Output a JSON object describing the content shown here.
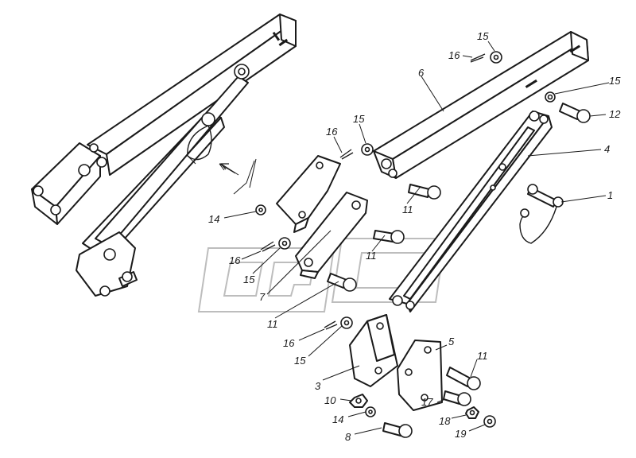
{
  "diagram": {
    "callouts": {
      "c1": "1",
      "c3": "3",
      "c4": "4",
      "c5": "5",
      "c6": "6",
      "c7": "7",
      "c8": "8",
      "c10": "10",
      "c11a": "11",
      "c11b": "11",
      "c11c": "11",
      "c11d": "11",
      "c12": "12",
      "c14a": "14",
      "c14b": "14",
      "c15a": "15",
      "c15b": "15",
      "c15c": "15",
      "c15d": "15",
      "c15e": "15",
      "c16a": "16",
      "c16b": "16",
      "c16c": "16",
      "c16d": "16",
      "c17": "17",
      "c18": "18",
      "c19": "19"
    }
  },
  "colors": {
    "line": "#1a1a1a",
    "background": "#ffffff",
    "watermark": "#bdbdbd"
  }
}
